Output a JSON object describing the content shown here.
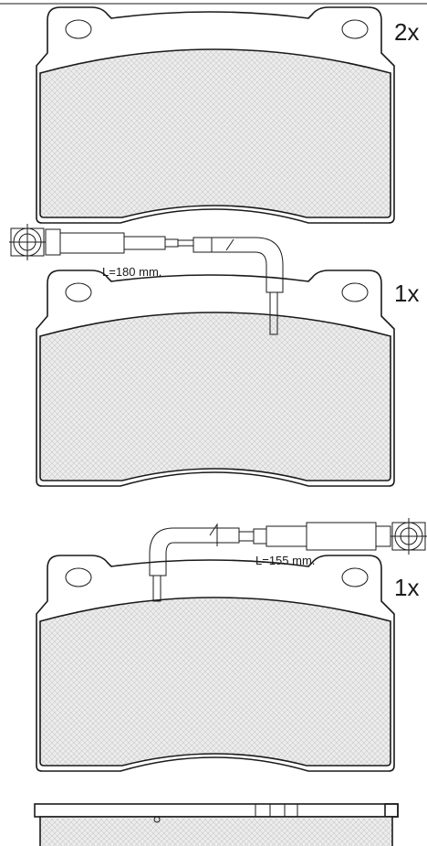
{
  "drawing": {
    "pads": [
      {
        "quantity": "2x"
      },
      {
        "quantity": "1x",
        "sensor_length": "L=180 mm."
      },
      {
        "quantity": "1x",
        "sensor_length": "L=155 mm."
      }
    ],
    "colors": {
      "line": "#1a1a1a",
      "hatch": "#c8c8c8",
      "background": "#ffffff"
    }
  }
}
